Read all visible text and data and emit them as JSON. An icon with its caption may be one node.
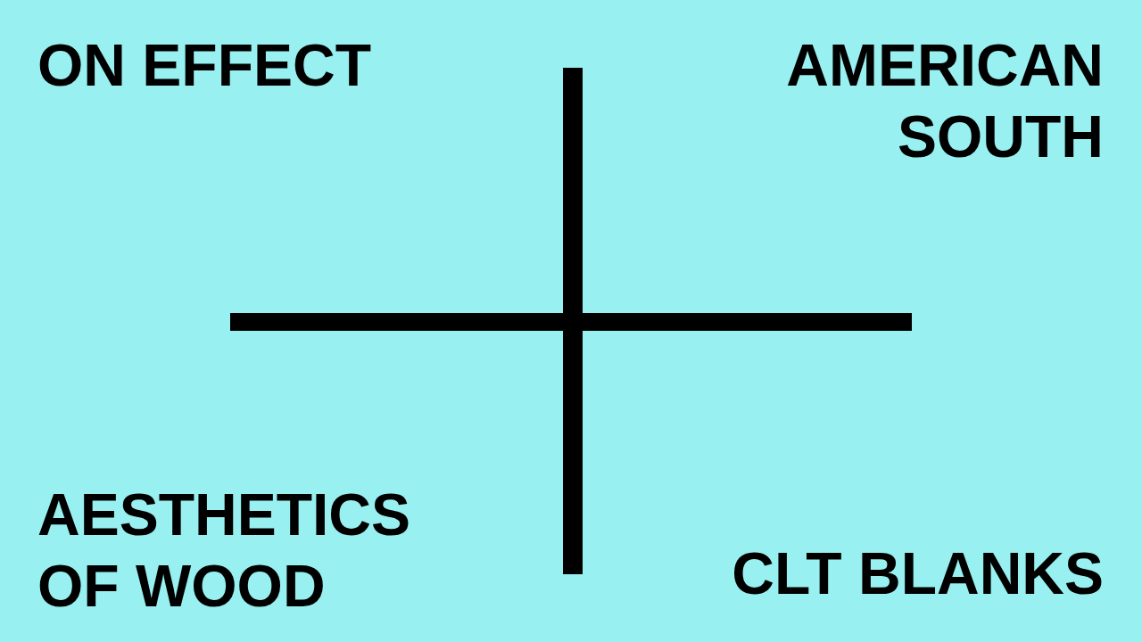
{
  "diagram": {
    "labels": [
      "ON EFFECT",
      "AMERICAN SOUTH",
      "AESTHETICS OF WOOD",
      "CLT BLANKS"
    ]
  }
}
